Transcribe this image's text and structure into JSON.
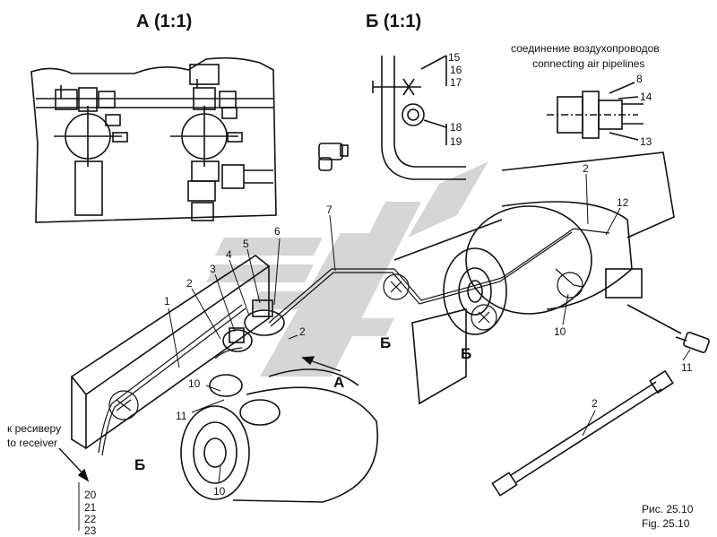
{
  "views": {
    "view_a_title": "А (1:1)",
    "view_b_title": "Б (1:1)"
  },
  "connection_note": {
    "ru": "соединение воздухопроводов",
    "en": "connecting air pipelines"
  },
  "receiver_note": {
    "ru": "к ресиверу",
    "en": "to receiver"
  },
  "section_marks": {
    "b": "Б",
    "a": "А"
  },
  "caption": {
    "ru": "Рис. 25.10",
    "en": "Fig. 25.10"
  },
  "part_numbers": {
    "p1": "1",
    "p2": "2",
    "p3": "3",
    "p4": "4",
    "p5": "5",
    "p6": "6",
    "p7": "7",
    "p8": "8",
    "p10": "10",
    "p11": "11",
    "p12": "12",
    "p13": "13",
    "p14": "14",
    "p15": "15",
    "p16": "16",
    "p17": "17",
    "p18": "18",
    "p19": "19",
    "p20": "20",
    "p21": "21",
    "p22": "22",
    "p23": "23"
  },
  "watermark_colors": {
    "stripe": "#c9c9c9"
  }
}
